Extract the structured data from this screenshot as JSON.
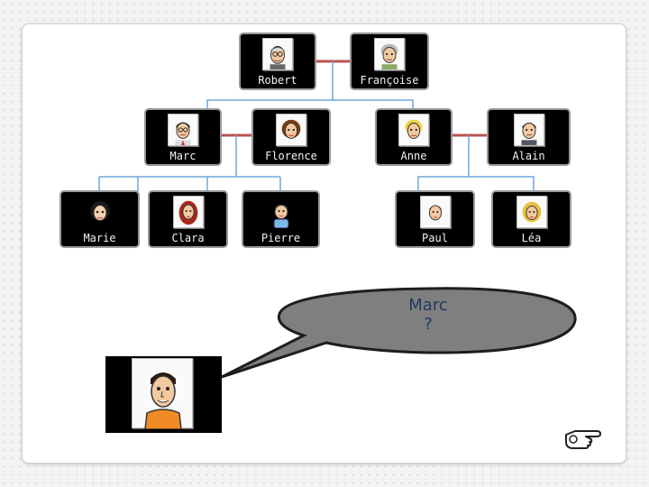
{
  "tree": {
    "grandparents": [
      {
        "id": "robert",
        "name": "Robert",
        "avatar": "old-man-glasses-icon"
      },
      {
        "id": "francoise",
        "name": "Françoise",
        "avatar": "old-woman-icon"
      }
    ],
    "parents": [
      {
        "id": "marc",
        "name": "Marc",
        "avatar": "man-glasses-tie-icon"
      },
      {
        "id": "florence",
        "name": "Florence",
        "avatar": "woman-brown-hair-icon"
      },
      {
        "id": "anne",
        "name": "Anne",
        "avatar": "woman-blonde-icon"
      },
      {
        "id": "alain",
        "name": "Alain",
        "avatar": "man-dark-hair-icon"
      }
    ],
    "children": [
      {
        "id": "marie",
        "name": "Marie",
        "avatar": "girl-black-hair-icon"
      },
      {
        "id": "clara",
        "name": "Clara",
        "avatar": "girl-red-hair-icon"
      },
      {
        "id": "pierre",
        "name": "Pierre",
        "avatar": "boy-blue-shirt-icon"
      },
      {
        "id": "paul",
        "name": "Paul",
        "avatar": "boy-brown-hair-icon"
      },
      {
        "id": "lea",
        "name": "Léa",
        "avatar": "girl-blonde-icon"
      }
    ]
  },
  "speech": {
    "line1": "Marc",
    "line2": "?"
  },
  "speaker": {
    "avatar": "man-orange-shirt-icon"
  },
  "nav": {
    "next_icon": "pointing-hand-icon"
  },
  "colors": {
    "marriage_line": "#b85450",
    "descent_line": "#6fa8dc",
    "bubble_fill": "#7f7f7f",
    "bubble_text": "#1f3b63"
  }
}
